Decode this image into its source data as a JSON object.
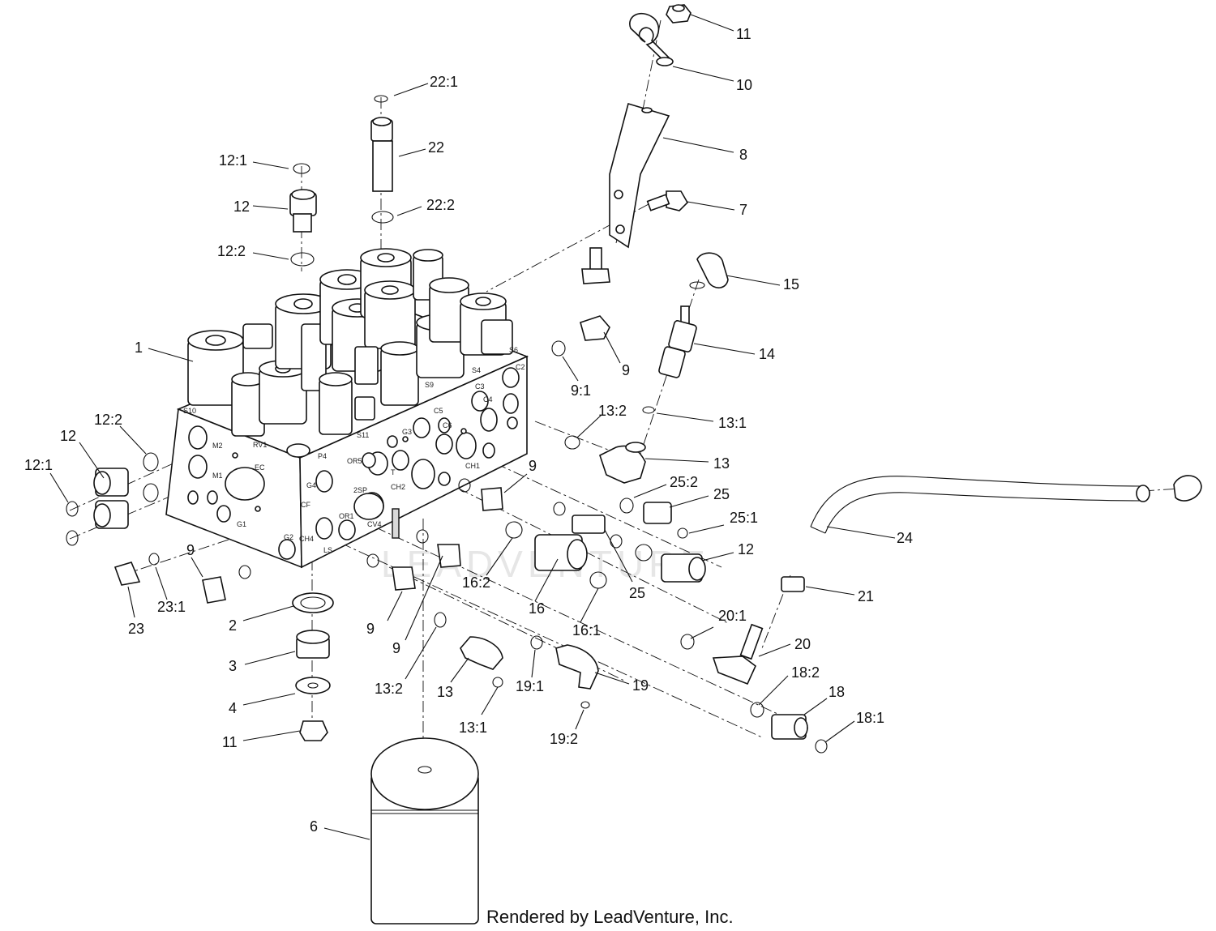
{
  "callouts": [
    {
      "id": "c-11-top",
      "label": "11"
    },
    {
      "id": "c-10",
      "label": "10"
    },
    {
      "id": "c-22-1",
      "label": "22:1"
    },
    {
      "id": "c-22",
      "label": "22"
    },
    {
      "id": "c-8",
      "label": "8"
    },
    {
      "id": "c-12-1-top",
      "label": "12:1"
    },
    {
      "id": "c-12-top",
      "label": "12"
    },
    {
      "id": "c-22-2",
      "label": "22:2"
    },
    {
      "id": "c-7",
      "label": "7"
    },
    {
      "id": "c-12-2-top",
      "label": "12:2"
    },
    {
      "id": "c-15",
      "label": "15"
    },
    {
      "id": "c-1",
      "label": "1"
    },
    {
      "id": "c-9-a",
      "label": "9"
    },
    {
      "id": "c-14",
      "label": "14"
    },
    {
      "id": "c-9-1",
      "label": "9:1"
    },
    {
      "id": "c-13-2-right",
      "label": "13:2"
    },
    {
      "id": "c-13-1-right",
      "label": "13:1"
    },
    {
      "id": "c-12-2-left",
      "label": "12:2"
    },
    {
      "id": "c-12-left",
      "label": "12"
    },
    {
      "id": "c-13-right",
      "label": "13"
    },
    {
      "id": "c-12-1-left",
      "label": "12:1"
    },
    {
      "id": "c-9-b",
      "label": "9"
    },
    {
      "id": "c-25-2",
      "label": "25:2"
    },
    {
      "id": "c-25-a",
      "label": "25"
    },
    {
      "id": "c-25-1",
      "label": "25:1"
    },
    {
      "id": "c-24",
      "label": "24"
    },
    {
      "id": "c-12-right",
      "label": "12"
    },
    {
      "id": "c-9-c",
      "label": "9"
    },
    {
      "id": "c-23-1",
      "label": "23:1"
    },
    {
      "id": "c-16-2",
      "label": "16:2"
    },
    {
      "id": "c-25-b",
      "label": "25"
    },
    {
      "id": "c-21",
      "label": "21"
    },
    {
      "id": "c-23",
      "label": "23"
    },
    {
      "id": "c-2",
      "label": "2"
    },
    {
      "id": "c-16",
      "label": "16"
    },
    {
      "id": "c-9-d",
      "label": "9"
    },
    {
      "id": "c-16-1",
      "label": "16:1"
    },
    {
      "id": "c-20-1",
      "label": "20:1"
    },
    {
      "id": "c-9-e",
      "label": "9"
    },
    {
      "id": "c-20",
      "label": "20"
    },
    {
      "id": "c-3",
      "label": "3"
    },
    {
      "id": "c-18-2",
      "label": "18:2"
    },
    {
      "id": "c-13-2-bottom",
      "label": "13:2"
    },
    {
      "id": "c-13-bottom",
      "label": "13"
    },
    {
      "id": "c-19-1",
      "label": "19:1"
    },
    {
      "id": "c-19",
      "label": "19"
    },
    {
      "id": "c-18",
      "label": "18"
    },
    {
      "id": "c-4",
      "label": "4"
    },
    {
      "id": "c-13-1-bottom",
      "label": "13:1"
    },
    {
      "id": "c-18-1",
      "label": "18:1"
    },
    {
      "id": "c-11-bottom",
      "label": "11"
    },
    {
      "id": "c-19-2",
      "label": "19:2"
    },
    {
      "id": "c-6",
      "label": "6"
    }
  ],
  "ports": {
    "s10": "S10",
    "m2": "M2",
    "rv1": "RV1",
    "m1": "M1",
    "ec": "EC",
    "g1": "G1",
    "g2": "G2",
    "p4": "P4",
    "s11": "S11",
    "or5": "OR5",
    "g4": "G4",
    "cf": "CF",
    "ch4": "CH4",
    "ls": "LS",
    "or1": "OR1",
    "cv4": "CV4",
    "zsp": "2SP",
    "t": "T",
    "ch2": "CH2",
    "g3": "G3",
    "c5": "C5",
    "c6": "C6",
    "c3": "C3",
    "c4": "C4",
    "c2": "C2",
    "s9": "S9",
    "s4": "S4",
    "s6": "S6",
    "ch1": "CH1"
  },
  "watermark": "LEADVENTURE",
  "footer": {
    "credit": "Rendered by LeadVenture, Inc."
  }
}
